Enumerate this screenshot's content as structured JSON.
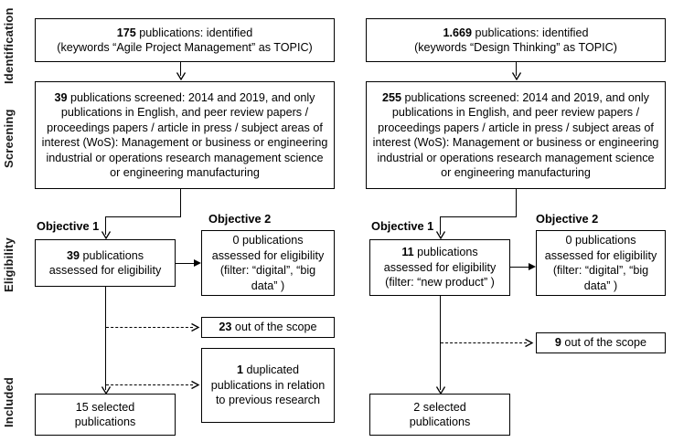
{
  "diagram": {
    "title": "PRISMA literature selection flow",
    "stages": [
      {
        "id": "identification",
        "label": "Identification"
      },
      {
        "id": "screening",
        "label": "Screening"
      },
      {
        "id": "eligibility",
        "label": "Eligibility"
      },
      {
        "id": "included",
        "label": "Included"
      }
    ],
    "objective_labels": {
      "objective1": "Objective 1",
      "objective2": "Objective 2"
    },
    "columns": [
      {
        "id": "agile-project-management",
        "identification": {
          "count": "175",
          "line1_rest": " publications: identified",
          "line2": "(keywords “Agile Project Management” as TOPIC)"
        },
        "screening": {
          "count": "39",
          "text": " publications screened: 2014 and 2019, and only publications in English, and peer review papers / proceedings papers / article in press / subject areas of interest (WoS): Management or business or engineering industrial or operations research management science or engineering manufacturing"
        },
        "objective1": {
          "count": "39",
          "line1_rest": " publications",
          "line2": "assessed for eligibility",
          "line3": ""
        },
        "objective2": {
          "count": "0",
          "line1_rest": " publications",
          "line2": "assessed for eligibility",
          "line3": "(filter: “digital”, “big",
          "line4": "data” )"
        },
        "out_of_scope": {
          "count": "23",
          "rest": " out of the scope"
        },
        "duplicated": {
          "count": "1",
          "rest": " duplicated publications in relation to previous research"
        },
        "included": {
          "count": "15",
          "line1_rest": " selected",
          "line2": "publications"
        }
      },
      {
        "id": "design-thinking",
        "identification": {
          "count": "1.669",
          "line1_rest": " publications: identified",
          "line2": "(keywords “Design Thinking” as TOPIC)"
        },
        "screening": {
          "count": "255",
          "text": " publications screened: 2014 and 2019, and only publications in English, and peer review papers / proceedings papers / article in press / subject areas of interest (WoS): Management or business or engineering industrial or operations research management science or engineering manufacturing"
        },
        "objective1": {
          "count": "11",
          "line1_rest": " publications",
          "line2": "assessed for eligibility",
          "line3": "(filter: “new product” )"
        },
        "objective2": {
          "count": "0",
          "line1_rest": " publications",
          "line2": "assessed for eligibility",
          "line3": "(filter: “digital”, “big",
          "line4": "data” )"
        },
        "out_of_scope": {
          "count": "9",
          "rest": " out of the scope"
        },
        "included": {
          "count": "2",
          "line1_rest": " selected",
          "line2": "publications"
        }
      }
    ],
    "colors": {
      "stroke": "#000000",
      "background": "#ffffff",
      "text": "#000000"
    }
  }
}
